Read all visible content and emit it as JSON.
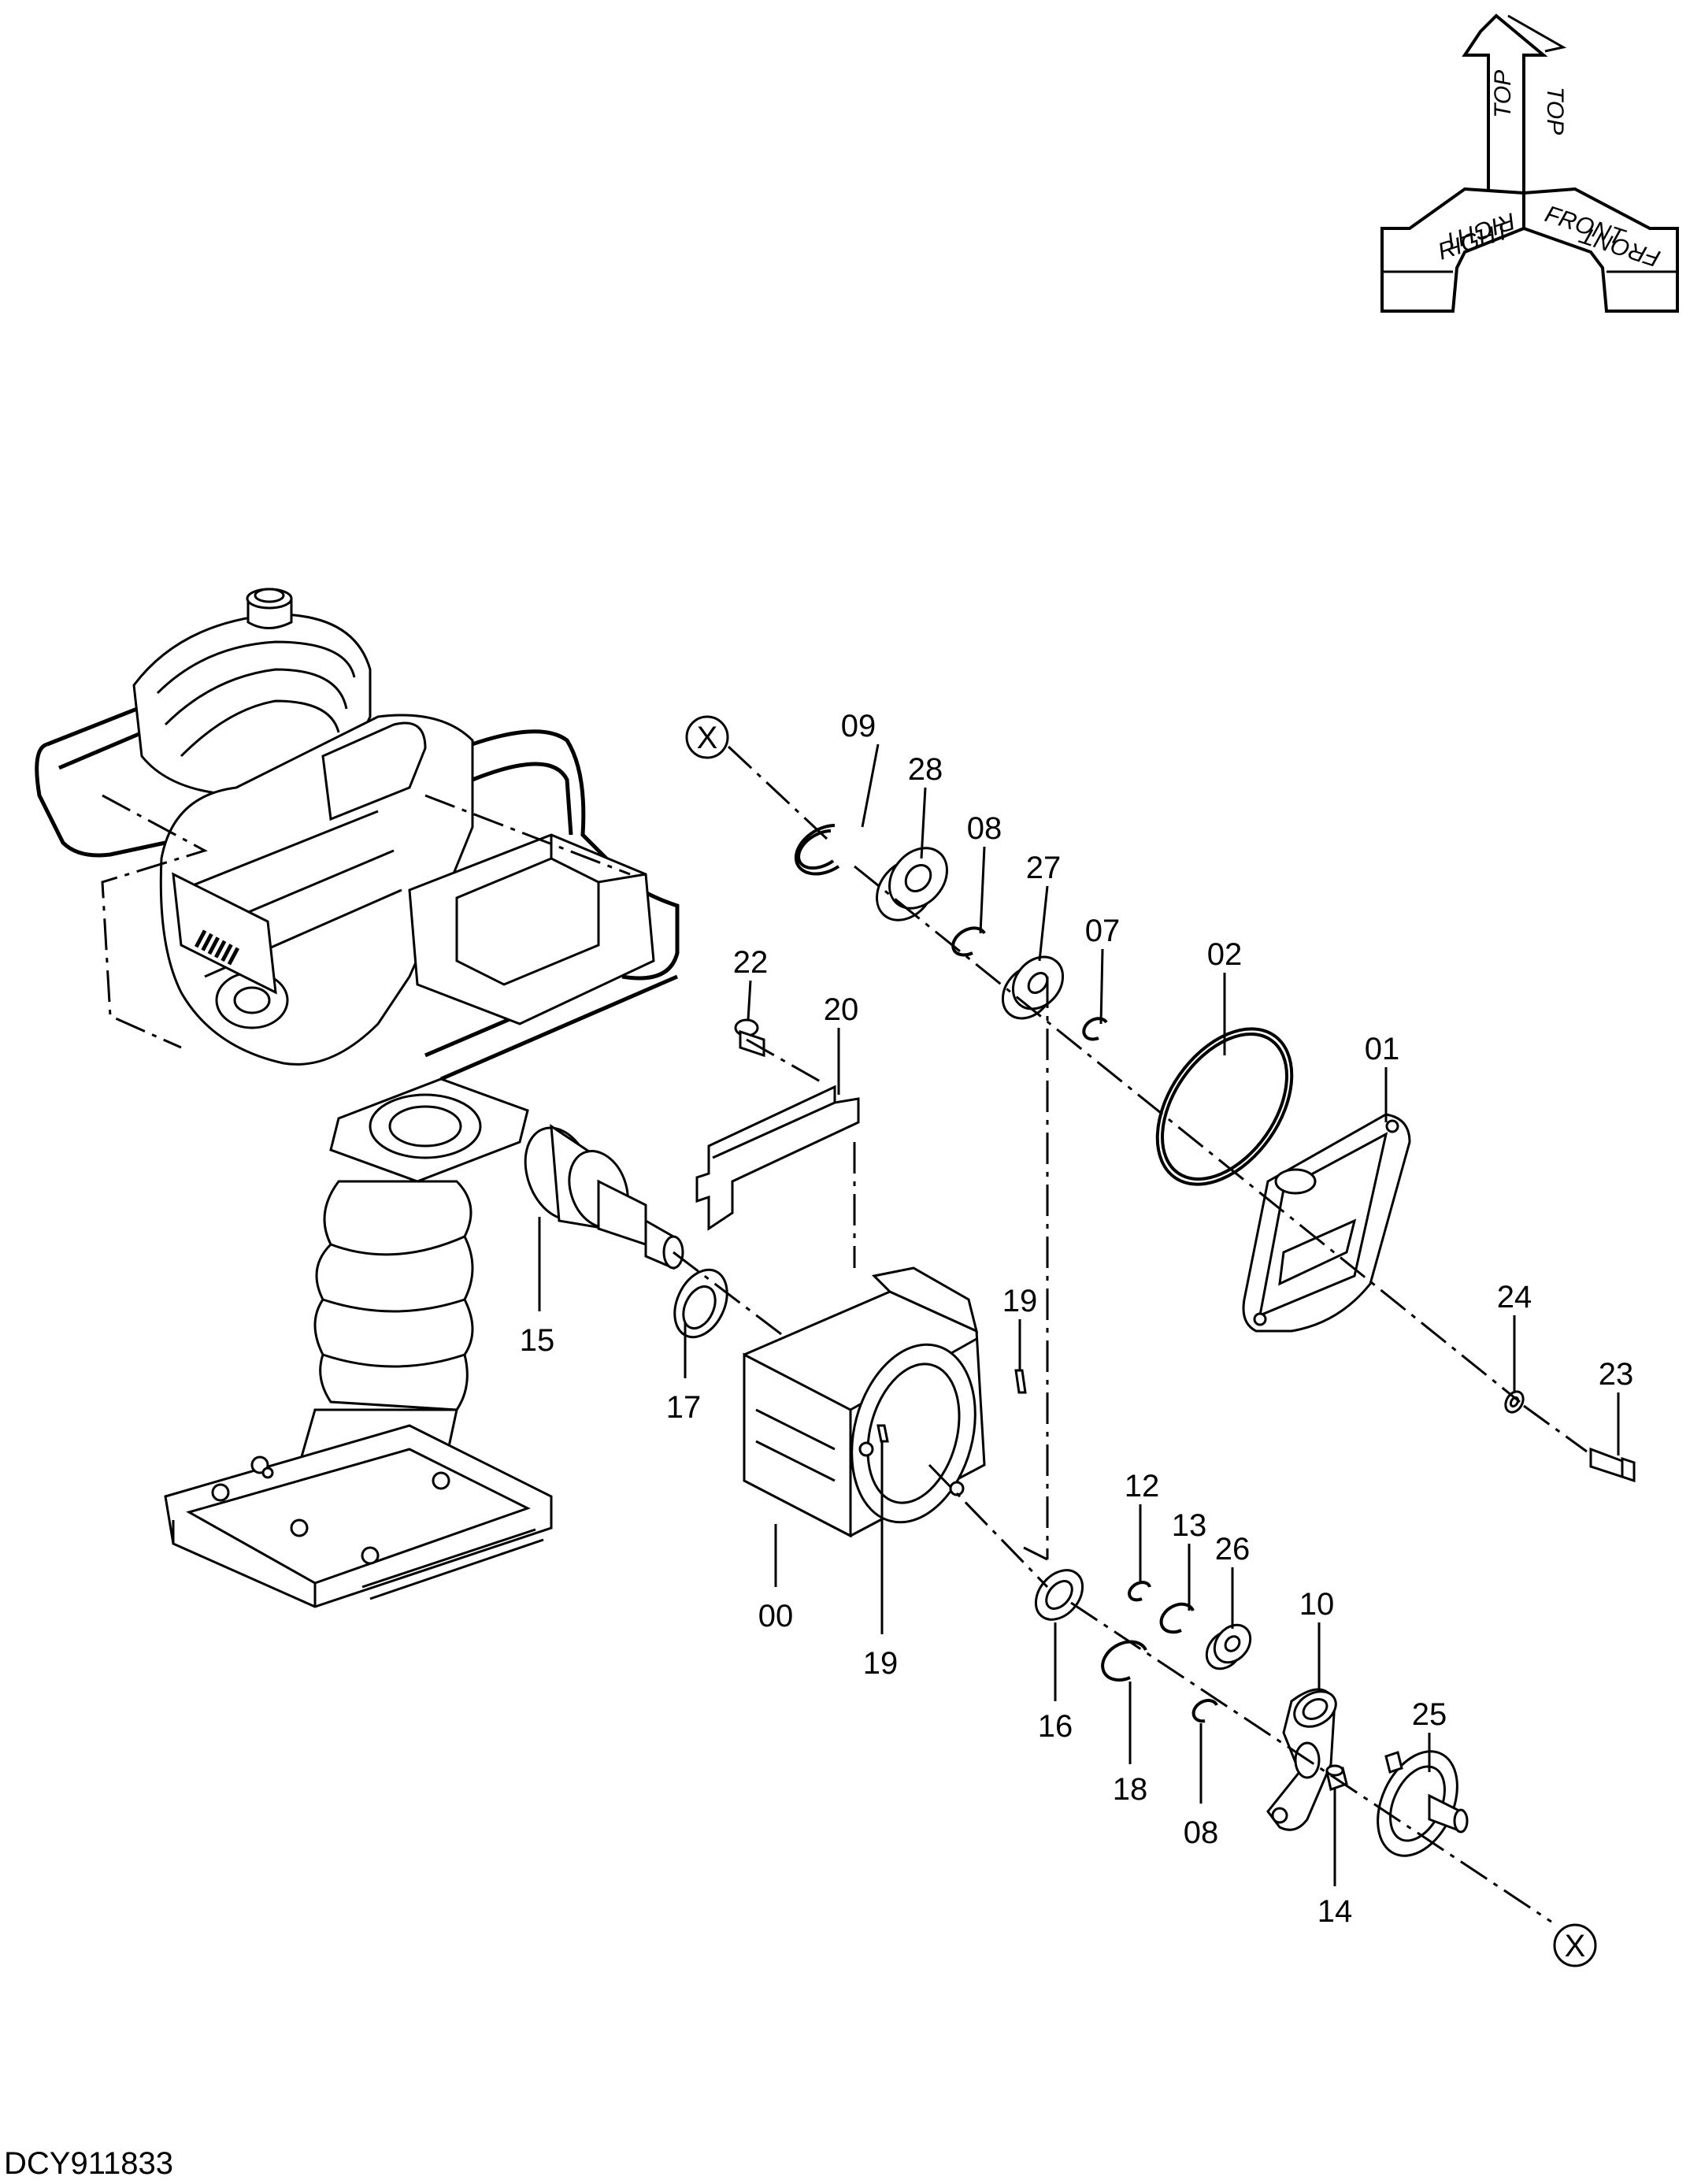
{
  "drawing_id": "DCY911833",
  "orientation": {
    "top": "TOP",
    "right": "RIGHT",
    "front": "FRONT"
  },
  "reference_marker": "X",
  "part_labels": {
    "p09": "09",
    "p28": "28",
    "p08a": "08",
    "p27": "27",
    "p07": "07",
    "p02": "02",
    "p01": "01",
    "p22": "22",
    "p20": "20",
    "p19a": "19",
    "p15": "15",
    "p17": "17",
    "p24": "24",
    "p23": "23",
    "p12": "12",
    "p13": "13",
    "p26": "26",
    "p10": "10",
    "p00": "00",
    "p19b": "19",
    "p16": "16",
    "p18": "18",
    "p08b": "08",
    "p25": "25",
    "p14": "14"
  }
}
